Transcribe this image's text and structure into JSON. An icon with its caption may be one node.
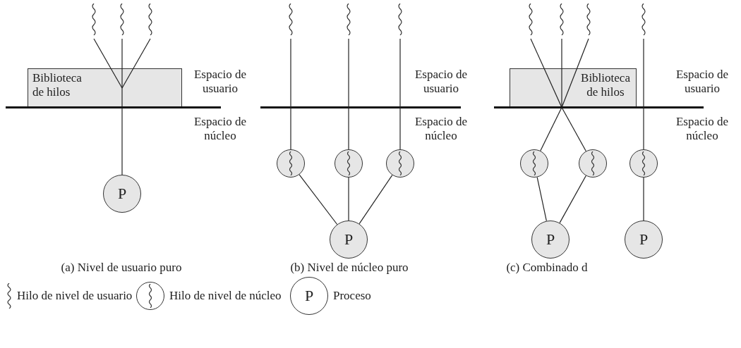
{
  "diagram": {
    "nodes": [
      {
        "text": [],
        "shape": "wave"
      },
      {
        "text": [],
        "shape": "wave"
      },
      {
        "text": [],
        "shape": "wave"
      },
      {
        "text": [
          "Biblioteca de hilos"
        ]
      },
      {
        "text": [
          "P"
        ]
      },
      {
        "text": [],
        "shape": "wave"
      },
      {
        "text": [],
        "shape": "wave"
      },
      {
        "text": [],
        "shape": "wave"
      },
      {
        "text": [],
        "shape": "circle"
      },
      {
        "text": [],
        "shape": "circle"
      },
      {
        "text": [],
        "shape": "circle"
      },
      {
        "text": [
          "P"
        ]
      },
      {
        "text": [],
        "shape": "wave"
      },
      {
        "text": [],
        "shape": "wave"
      },
      {
        "text": [],
        "shape": "wave"
      },
      {
        "text": [],
        "shape": "wave"
      },
      {
        "text": [
          "Biblioteca de hilos"
        ]
      },
      {
        "text": [],
        "shape": "circle"
      },
      {
        "text": [],
        "shape": "circle"
      },
      {
        "text": [],
        "shape": "circle"
      },
      {
        "text": [
          "P"
        ]
      },
      {
        "text": [
          "P"
        ]
      }
    ],
    "edges": [
      {
        "from": 0,
        "to": 3,
        "arrow": "none"
      },
      {
        "from": 1,
        "to": 3,
        "arrow": "none"
      },
      {
        "from": 2,
        "to": 3,
        "arrow": "none"
      },
      {
        "from": 3,
        "to": 4,
        "arrow": "none"
      },
      {
        "from": 5,
        "to": 8,
        "arrow": "none"
      },
      {
        "from": 6,
        "to": 9,
        "arrow": "none"
      },
      {
        "from": 7,
        "to": 10,
        "arrow": "none"
      },
      {
        "from": 8,
        "to": 11,
        "arrow": "none"
      },
      {
        "from": 9,
        "to": 11,
        "arrow": "none"
      },
      {
        "from": 10,
        "to": 11,
        "arrow": "none"
      },
      {
        "from": 12,
        "to": 16,
        "arrow": "none"
      },
      {
        "from": 13,
        "to": 16,
        "arrow": "none"
      },
      {
        "from": 14,
        "to": 16,
        "arrow": "none"
      },
      {
        "from": 16,
        "to": 17,
        "arrow": "none"
      },
      {
        "from": 16,
        "to": 18,
        "arrow": "none"
      },
      {
        "from": 15,
        "to": 19,
        "arrow": "none"
      },
      {
        "from": 17,
        "to": 20,
        "arrow": "none"
      },
      {
        "from": 18,
        "to": 20,
        "arrow": "none"
      },
      {
        "from": 19,
        "to": 21,
        "arrow": "none"
      }
    ],
    "labels": [
      "Espacio de usuario",
      "Espacio de núcleo",
      "Espacio de usuario",
      "Espacio de núcleo",
      "Espacio de usuario",
      "Espacio de núcleo",
      "(a) Nivel de usuario puro",
      "(b) Nivel de núcleo puro",
      "(c) Combinado d",
      "P"
    ],
    "legend": [
      {
        "text": "Hilo de nivel de usuario"
      },
      {
        "text": "Hilo de nivel de núcleo"
      },
      {
        "text": "Proceso"
      }
    ]
  }
}
